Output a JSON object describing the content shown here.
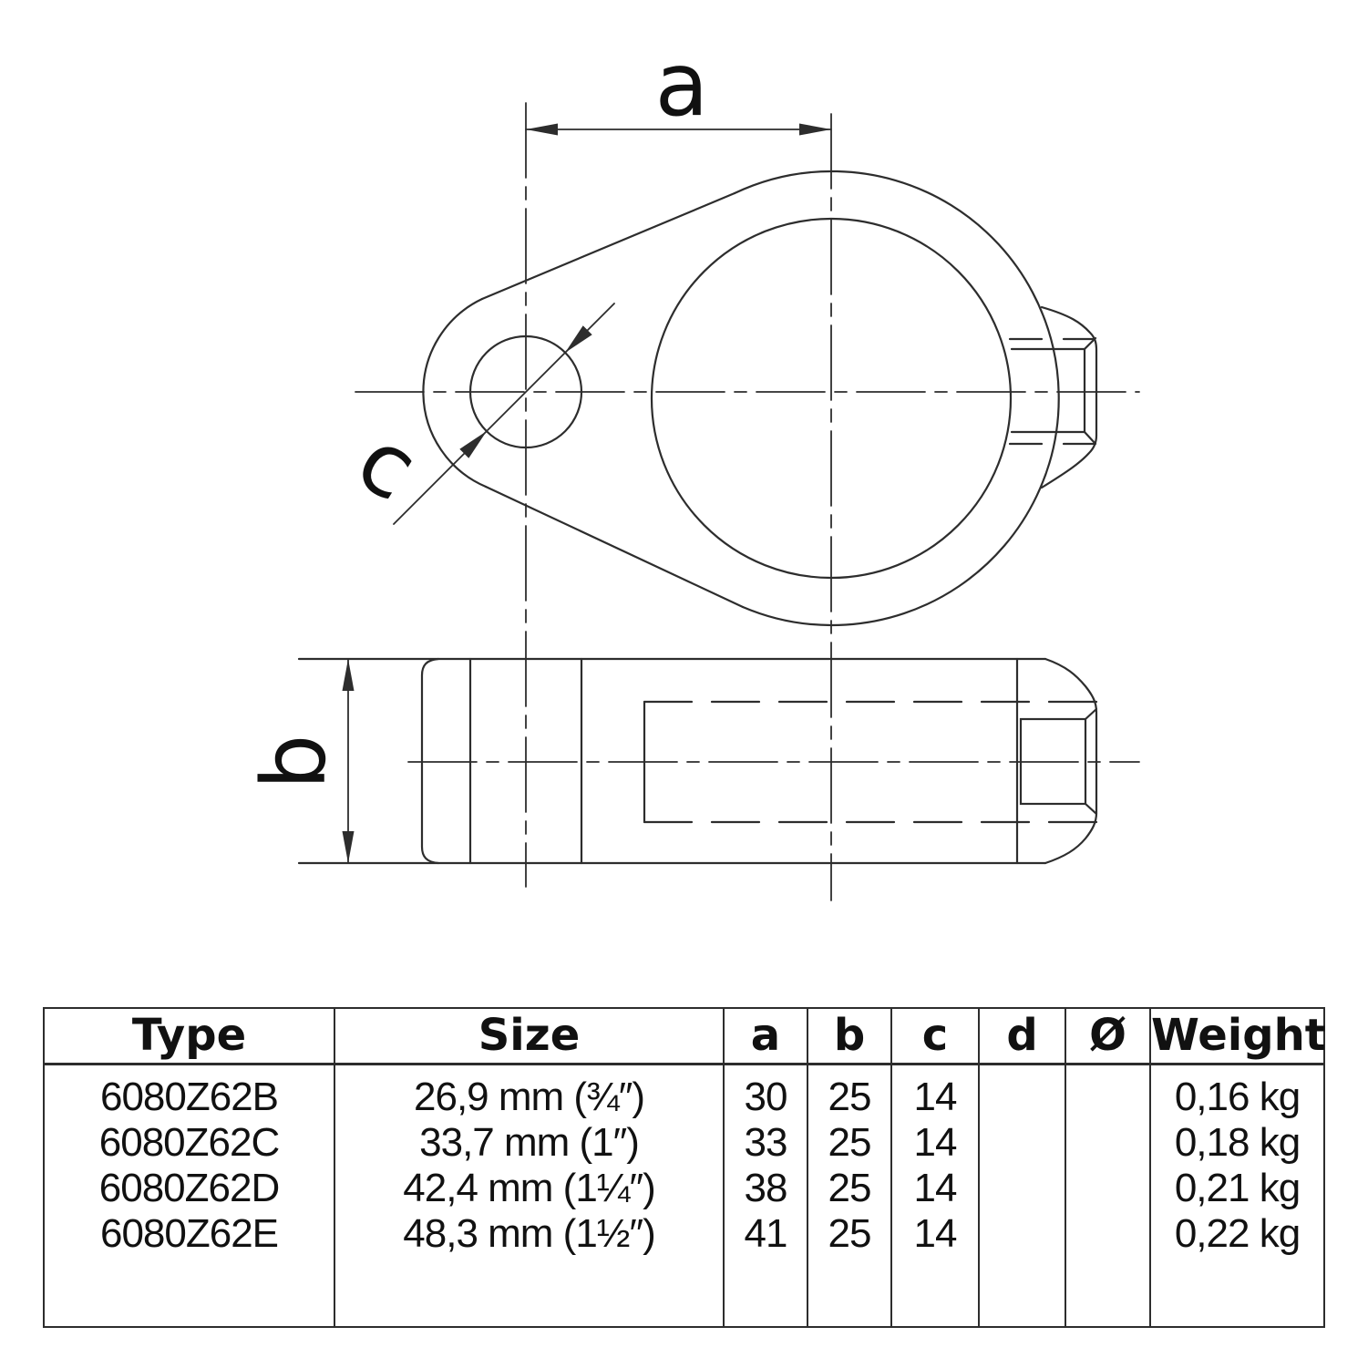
{
  "colors": {
    "ink": "#2d2d2d",
    "text": "#111111",
    "paper": "#ffffff"
  },
  "drawing": {
    "description": "Technical drawing of a collar pipe fitting, top view and side view",
    "dim_labels": {
      "a": "a",
      "b": "b",
      "c": "c"
    }
  },
  "table": {
    "headers": {
      "type": "Type",
      "size": "Size",
      "a": "a",
      "b": "b",
      "c": "c",
      "d": "d",
      "diameter": "Ø",
      "weight": "Weight"
    },
    "rows": [
      {
        "type": "6080Z62B",
        "size": "26,9 mm (¾″)",
        "a": "30",
        "b": "25",
        "c": "14",
        "d": "",
        "diameter": "",
        "weight": "0,16 kg"
      },
      {
        "type": "6080Z62C",
        "size": "33,7 mm (1″)",
        "a": "33",
        "b": "25",
        "c": "14",
        "d": "",
        "diameter": "",
        "weight": "0,18 kg"
      },
      {
        "type": "6080Z62D",
        "size": "42,4 mm (1¼″)",
        "a": "38",
        "b": "25",
        "c": "14",
        "d": "",
        "diameter": "",
        "weight": "0,21 kg"
      },
      {
        "type": "6080Z62E",
        "size": "48,3 mm (1½″)",
        "a": "41",
        "b": "25",
        "c": "14",
        "d": "",
        "diameter": "",
        "weight": "0,22 kg"
      }
    ]
  }
}
